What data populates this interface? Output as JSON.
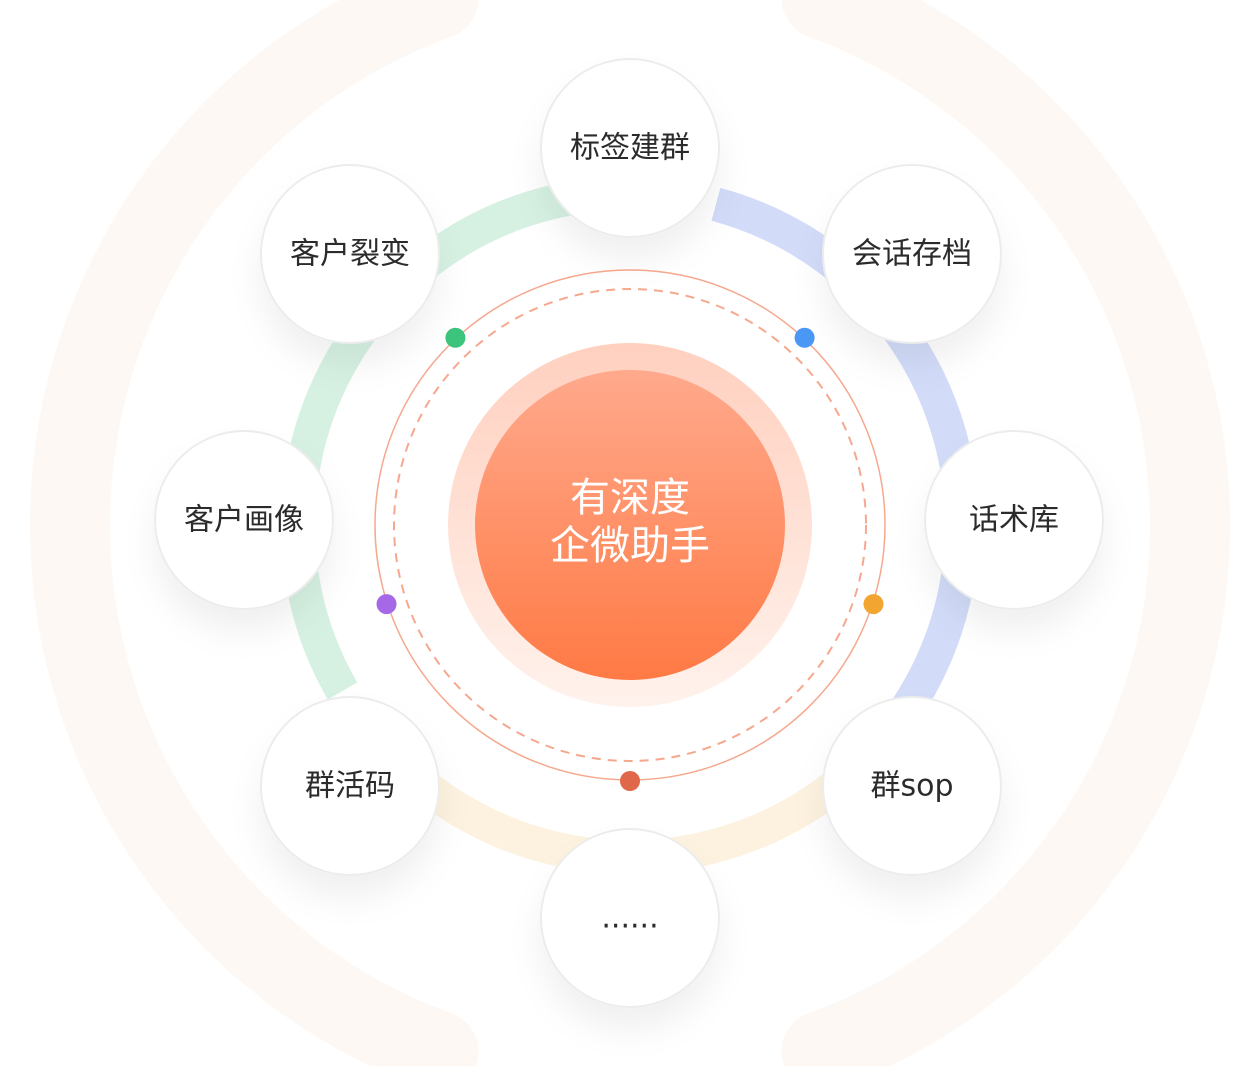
{
  "center": {
    "line1": "有深度",
    "line2": "企微助手"
  },
  "nodes": [
    {
      "label": "标签建群"
    },
    {
      "label": "会话存档"
    },
    {
      "label": "话术库"
    },
    {
      "label": "群sop"
    },
    {
      "label": "......"
    },
    {
      "label": "群活码"
    },
    {
      "label": "客户画像"
    },
    {
      "label": "客户裂变"
    }
  ],
  "dots": [
    {
      "color": "#3cc47c"
    },
    {
      "color": "#4a97f5"
    },
    {
      "color": "#f2a531"
    },
    {
      "color": "#e0674a"
    },
    {
      "color": "#a569e8"
    }
  ],
  "colors": {
    "center_top": "#ffa98c",
    "center_bottom": "#ff7a45",
    "center_halo": "#ffd9cc",
    "ring": "#f6a88e",
    "arc_green": "#cfeedd",
    "arc_blue": "#cdd8f8",
    "arc_yellow": "#fdf1dc",
    "outer_arc": "#fdf8f3",
    "node_border": "#ececec"
  }
}
